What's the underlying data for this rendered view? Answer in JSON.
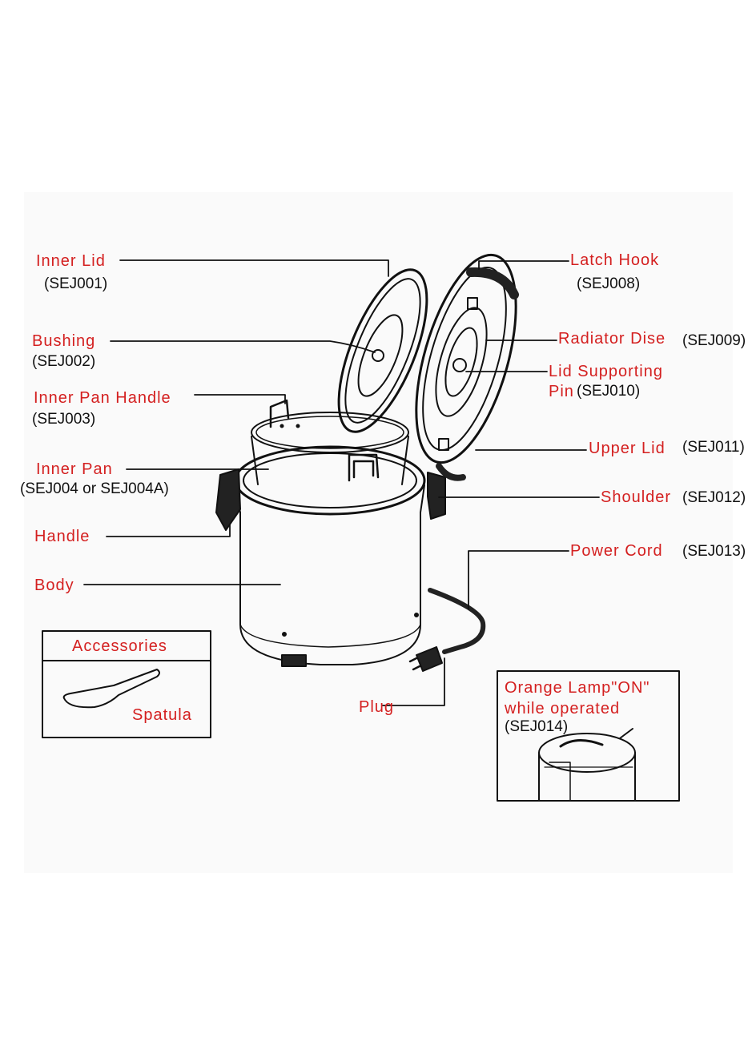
{
  "parts": {
    "inner_lid": {
      "name": "Inner Lid",
      "code": "(SEJ001)"
    },
    "bushing": {
      "name": "Bushing",
      "code": "(SEJ002)"
    },
    "inner_pan_handle": {
      "name": "Inner Pan Handle",
      "code": "(SEJ003)"
    },
    "inner_pan": {
      "name": "Inner Pan",
      "code": "(SEJ004 or SEJ004A)"
    },
    "handle": {
      "name": "Handle"
    },
    "body": {
      "name": "Body"
    },
    "latch_hook": {
      "name": "Latch Hook",
      "code": "(SEJ008)"
    },
    "radiator_dise": {
      "name": "Radiator Dise",
      "code": "(SEJ009)"
    },
    "lid_supporting_pin": {
      "name_line1": "Lid Supporting",
      "name_line2": "Pin",
      "code": "(SEJ010)"
    },
    "upper_lid": {
      "name": "Upper Lid",
      "code": "(SEJ011)"
    },
    "shoulder": {
      "name": "Shoulder",
      "code": "(SEJ012)"
    },
    "power_cord": {
      "name": "Power Cord",
      "code": "(SEJ013)"
    },
    "plug": {
      "name": "Plug"
    }
  },
  "accessories": {
    "title": "Accessories",
    "item": "Spatula"
  },
  "lamp": {
    "line1": "Orange Lamp\"ON\"",
    "line2": "while operated",
    "code": "(SEJ014)"
  },
  "colors": {
    "label_red": "#d42020",
    "ink": "#111111",
    "background": "#ffffff"
  }
}
